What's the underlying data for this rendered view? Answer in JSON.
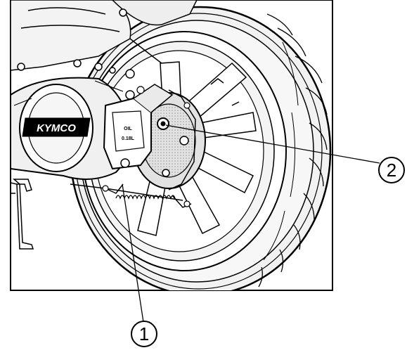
{
  "figure": {
    "brand_text": "KYMCO",
    "oil_label": "OIL",
    "oil_capacity": "0.18L",
    "callouts": [
      {
        "number": "1"
      },
      {
        "number": "2"
      }
    ]
  }
}
